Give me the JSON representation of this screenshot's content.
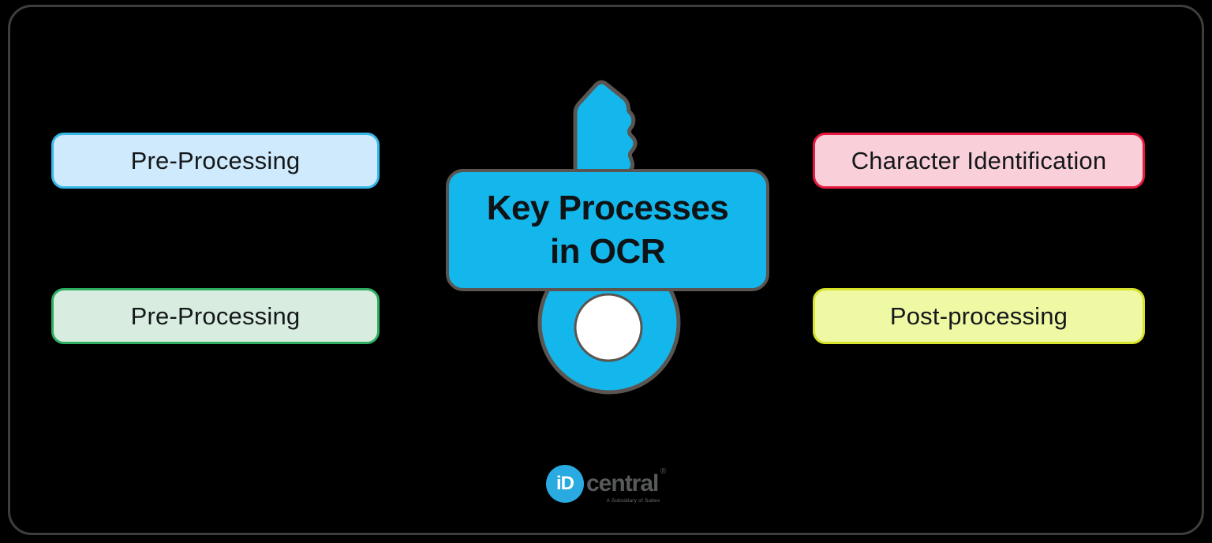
{
  "canvas": {
    "background": "#000000",
    "border_color": "#3e3e3e"
  },
  "center": {
    "title_line1": "Key Processes",
    "title_line2": "in OCR",
    "key_color": "#14b7eb",
    "outline_color": "#5a5550"
  },
  "boxes": [
    {
      "position": "top-left",
      "label": "Pre-Processing",
      "fill": "#cfeafc",
      "border": "#36b7ea"
    },
    {
      "position": "bottom-left",
      "label": "Pre-Processing",
      "fill": "#d8ecdf",
      "border": "#2fae62"
    },
    {
      "position": "top-right",
      "label": "Character Identification",
      "fill": "#f9d0da",
      "border": "#e81940"
    },
    {
      "position": "bottom-right",
      "label": "Post-processing",
      "fill": "#eff8a3",
      "border": "#d7e32b"
    }
  ],
  "logo": {
    "mark": "iD",
    "wordmark": "central",
    "registered": "®",
    "tagline": "A Subsidiary of Subex",
    "brand_blue": "#29abe2",
    "text_color": "#58595b"
  }
}
